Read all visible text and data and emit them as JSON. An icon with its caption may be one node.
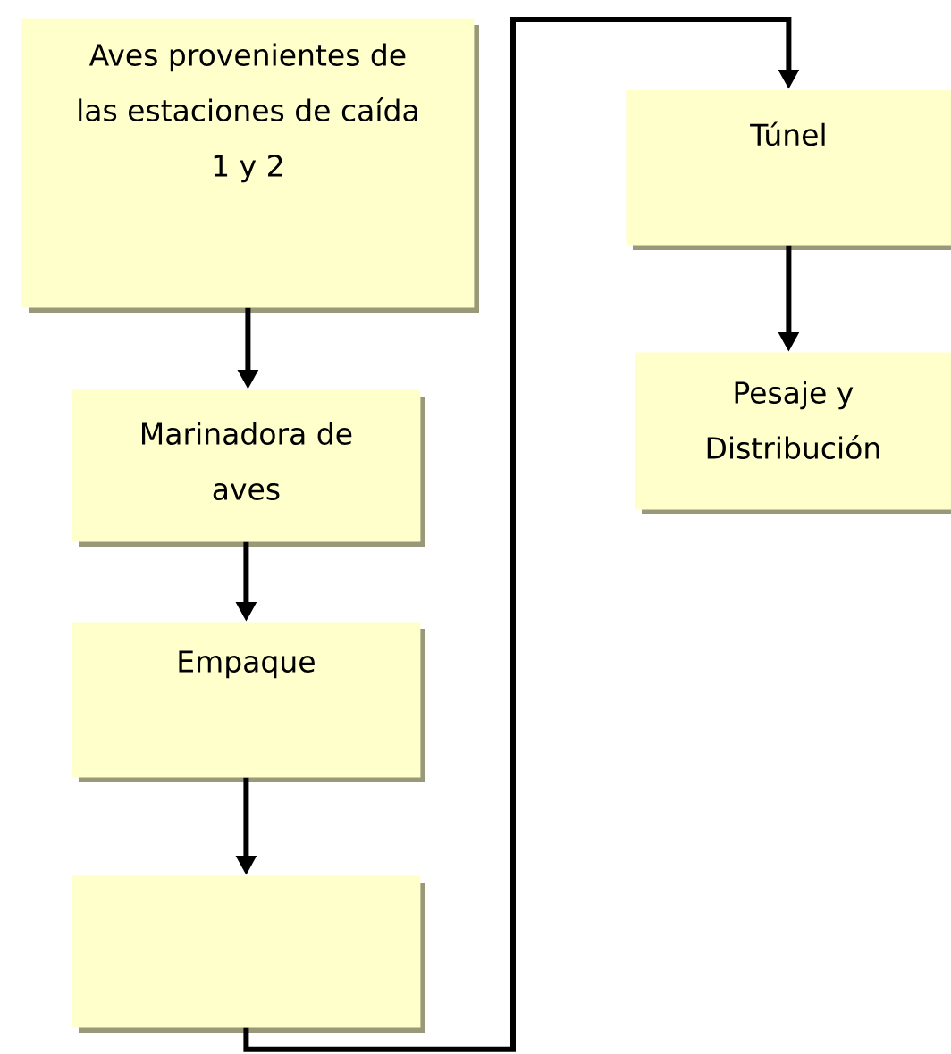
{
  "diagram": {
    "nodes": [
      {
        "text": [
          "Aves provenientes de las estaciones de caída 1 y 2"
        ]
      },
      {
        "text": [
          "Marinadora de aves"
        ]
      },
      {
        "text": [
          "Empaque"
        ]
      },
      {
        "text": [],
        "shape": "box"
      },
      {
        "text": [
          "Túnel"
        ]
      },
      {
        "text": [
          "Pesaje y Distribución"
        ]
      }
    ],
    "edges": [
      {
        "from": 0,
        "to": 1,
        "arrow": "to"
      },
      {
        "from": 1,
        "to": 2,
        "arrow": "to"
      },
      {
        "from": 2,
        "to": 3,
        "arrow": "to"
      },
      {
        "from": 3,
        "to": 4,
        "arrow": "to"
      },
      {
        "from": 4,
        "to": 5,
        "arrow": "to"
      }
    ]
  }
}
